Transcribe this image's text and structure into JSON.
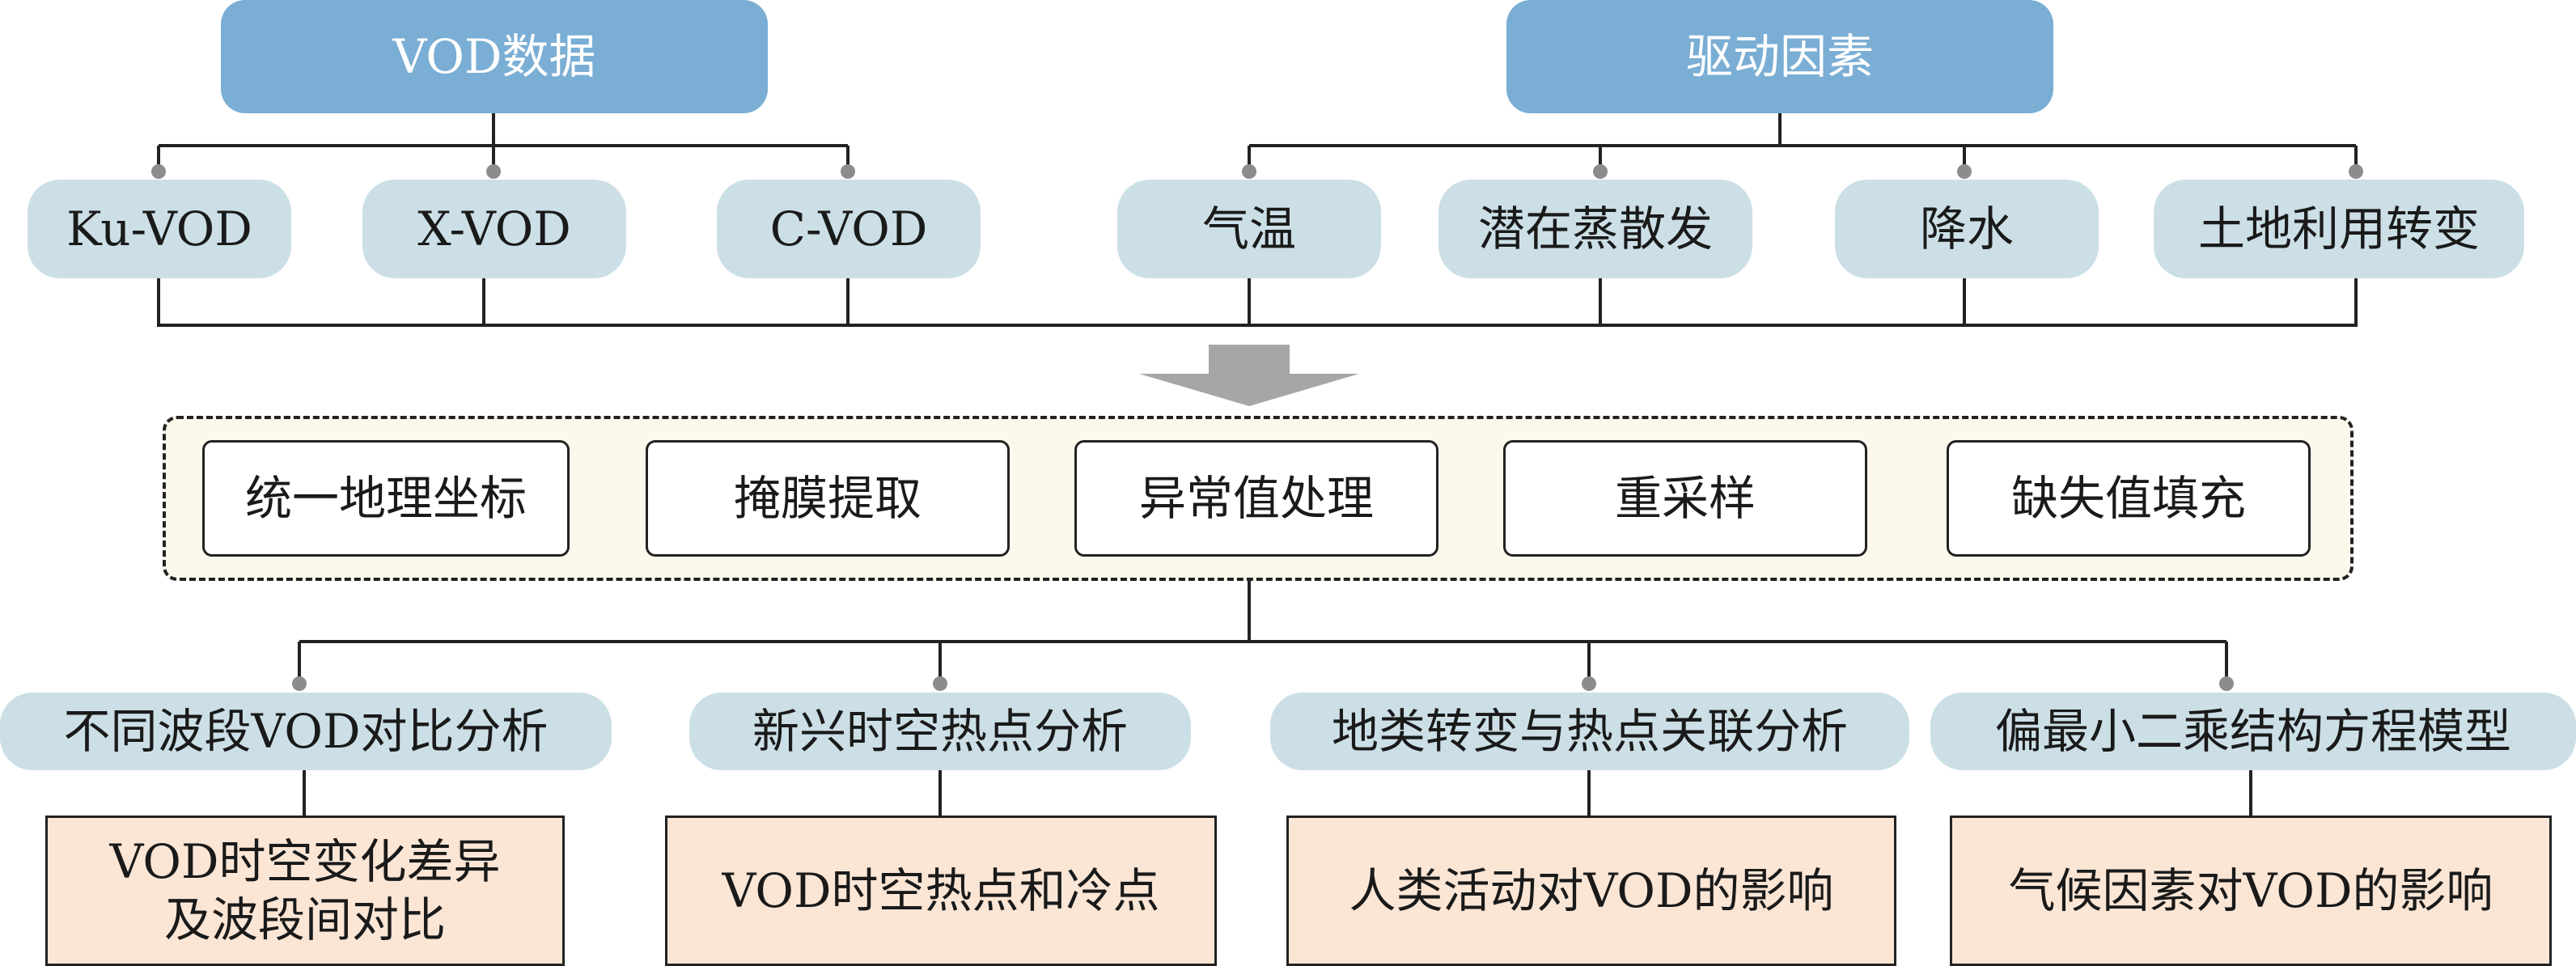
{
  "groups": {
    "vod_header": "VOD数据",
    "driver_header": "驱动因素"
  },
  "vod_products": [
    "Ku-VOD",
    "X-VOD",
    "C-VOD"
  ],
  "drivers": [
    "气温",
    "潜在蒸散发",
    "降水",
    "土地利用转变"
  ],
  "preprocessing": [
    "统一地理坐标",
    "掩膜提取",
    "异常值处理",
    "重采样",
    "缺失值填充"
  ],
  "analyses": [
    "不同波段VOD对比分析",
    "新兴时空热点分析",
    "地类转变与热点关联分析",
    "偏最小二乘结构方程模型"
  ],
  "results": [
    "VOD时空变化差异及波段间对比",
    "VOD时空热点和冷点",
    "人类活动对VOD的影响",
    "气候因素对VOD的影响"
  ],
  "colors": {
    "header_fill": "#7aaed4",
    "pill_fill": "#ccdfe6",
    "result_fill": "#fbe6d6",
    "process_panel_fill": "#fcf8ec",
    "arrow_fill": "#a6a6a6",
    "line": "#222222",
    "dot": "#8c8c8c"
  }
}
